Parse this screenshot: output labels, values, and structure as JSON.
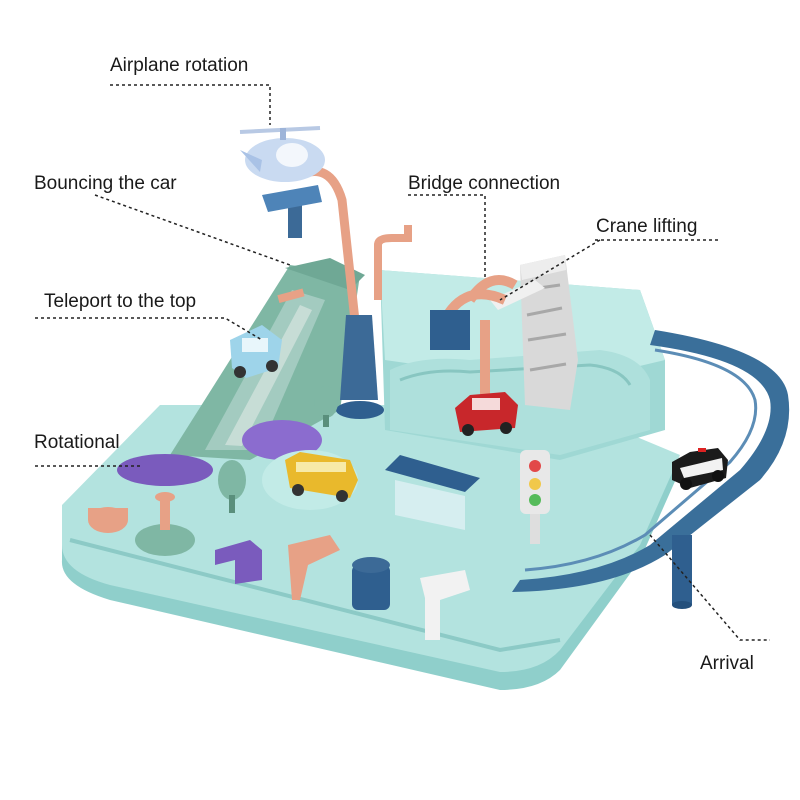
{
  "labels": {
    "airplane": "Airplane rotation",
    "bouncing": "Bouncing the car",
    "bridge": "Bridge connection",
    "crane": "Crane lifting",
    "teleport": "Teleport to the top",
    "rotational": "Rotational",
    "arrival": "Arrival"
  },
  "colors": {
    "base": "#a9dcd8",
    "base_dark": "#7fc3bf",
    "ramp": "#7fb7a4",
    "track_blue": "#3a6f9a",
    "pink": "#e7a186",
    "purple": "#7a5bbd",
    "navy": "#2f5f8f",
    "red_car": "#c8272b",
    "yellow_bus": "#e9b92c"
  }
}
